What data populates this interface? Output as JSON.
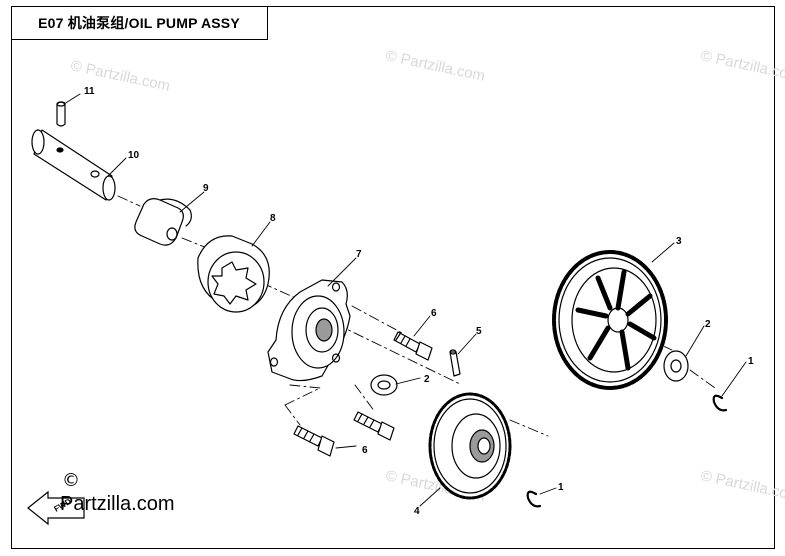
{
  "title": "E07 机油泵组/OIL PUMP ASSY",
  "watermark": "© Partzilla.com",
  "brand": {
    "copyright_symbol": "©",
    "text": "Partzilla.com"
  },
  "fwd_label": "FWD",
  "callouts": {
    "c1a": "1",
    "c1b": "1",
    "c2a": "2",
    "c2b": "2",
    "c3": "3",
    "c4": "4",
    "c5": "5",
    "c6a": "6",
    "c6b": "6",
    "c7": "7",
    "c8": "8",
    "c9": "9",
    "c10": "10",
    "c11": "11"
  },
  "colors": {
    "line": "#000000",
    "watermark": "#d8d8d8",
    "shade": "#9a9a9a"
  }
}
